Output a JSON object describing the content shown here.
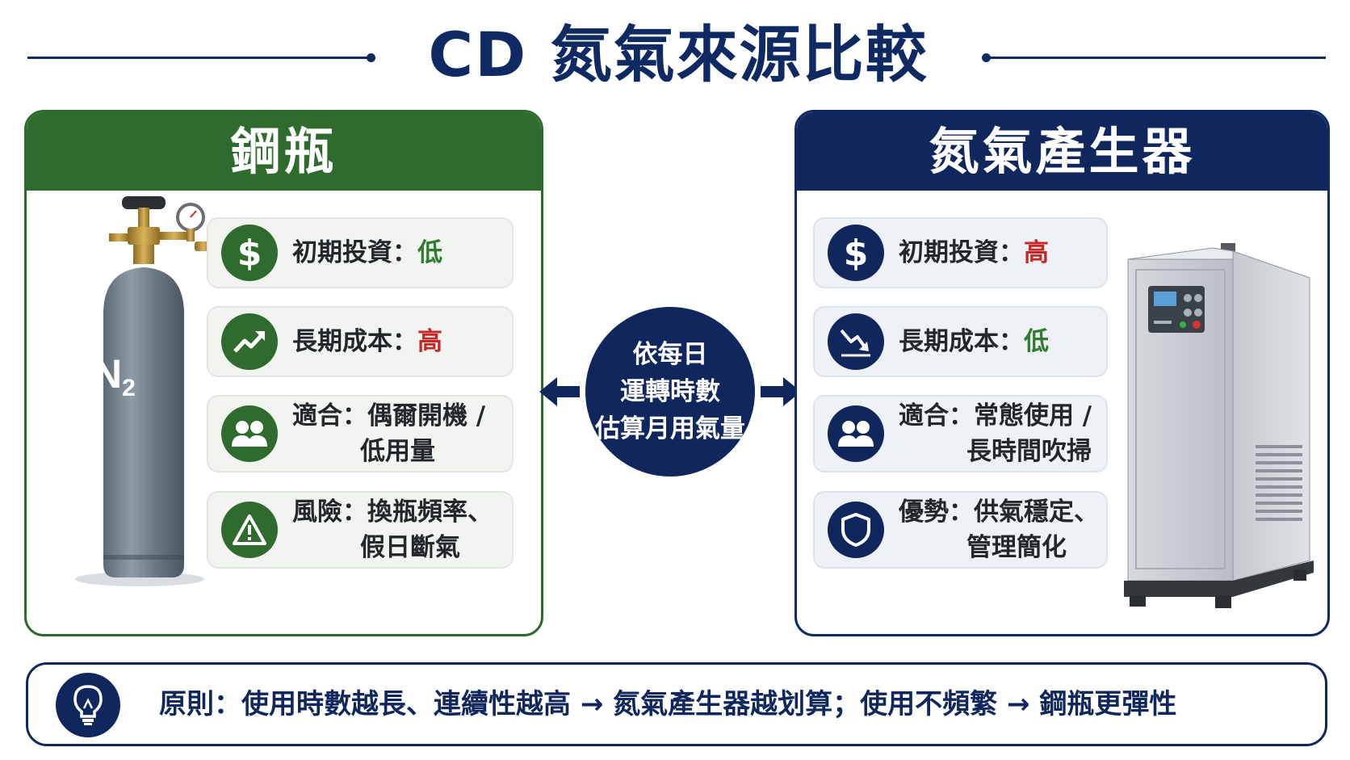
{
  "title": "CD 氮氣來源比較",
  "cylinder": {
    "header": "鋼瓶",
    "label_main": "N",
    "label_sub": "2",
    "cards": [
      {
        "icon": "dollar-icon",
        "label": "初期投資：",
        "value": "低",
        "value_color": "#2e7d2f"
      },
      {
        "icon": "trend-up-icon",
        "label": "長期成本：",
        "value": "高",
        "value_color": "#c62828"
      },
      {
        "icon": "users-icon",
        "label": "適合：",
        "value": "偶爾開機 /",
        "line2": "低用量"
      },
      {
        "icon": "warning-icon",
        "label": "風險：",
        "value": "換瓶頻率、",
        "line2": "假日斷氣"
      }
    ]
  },
  "generator": {
    "header": "氮氣產生器",
    "cards": [
      {
        "icon": "dollar-icon",
        "label": "初期投資：",
        "value": "高",
        "value_color": "#c62828"
      },
      {
        "icon": "trend-down-icon",
        "label": "長期成本：",
        "value": "低",
        "value_color": "#2e7d2f"
      },
      {
        "icon": "users-icon",
        "label": "適合：",
        "value": "常態使用 /",
        "line2": "長時間吹掃"
      },
      {
        "icon": "shield-icon",
        "label": "優勢：",
        "value": "供氣穩定、",
        "line2": "管理簡化"
      }
    ]
  },
  "center": {
    "lines": [
      "依每日",
      "運轉時數",
      "估算月用氣量"
    ]
  },
  "footer": {
    "icon": "lightbulb-icon",
    "text": "原則：使用時數越長、連續性越高 → 氮氣產生器越划算；使用不頻繁 → 鋼瓶更彈性"
  },
  "colors": {
    "navy": "#10275e",
    "green": "#2f6b2d",
    "low": "#2e7d2f",
    "high": "#c62828"
  }
}
